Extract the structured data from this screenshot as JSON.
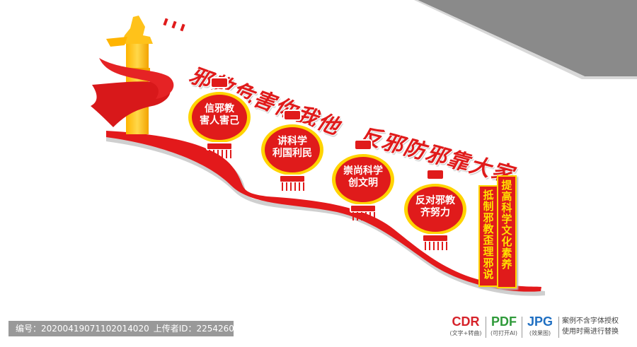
{
  "slogans": [
    "邪教危害你我他",
    "反邪防邪靠大家"
  ],
  "lanterns": [
    [
      "信邪教",
      "害人害己"
    ],
    [
      "讲科学",
      "利国利民"
    ],
    [
      "崇尚科学",
      "创文明"
    ],
    [
      "反对邪教",
      "齐努力"
    ]
  ],
  "banners": {
    "right": "提高科学文化素养",
    "left": "抵制邪教歪理邪说"
  },
  "footer": {
    "id_label": "编号：",
    "id_value": "20200419071102014020",
    "uploader_label": "上传者ID：",
    "uploader_value": "2254260"
  },
  "formats": [
    {
      "name": "CDR",
      "sub": "(文字+转曲)"
    },
    {
      "name": "PDF",
      "sub": "(可打开AI)"
    },
    {
      "name": "JPG",
      "sub": "(效果图)"
    }
  ],
  "format_note": [
    "案例不含字体授权",
    "使用时需进行替换"
  ],
  "colors": {
    "red": "#e01b1b",
    "gold": "#ffd400",
    "wall_gray": "#8a8a8a"
  }
}
